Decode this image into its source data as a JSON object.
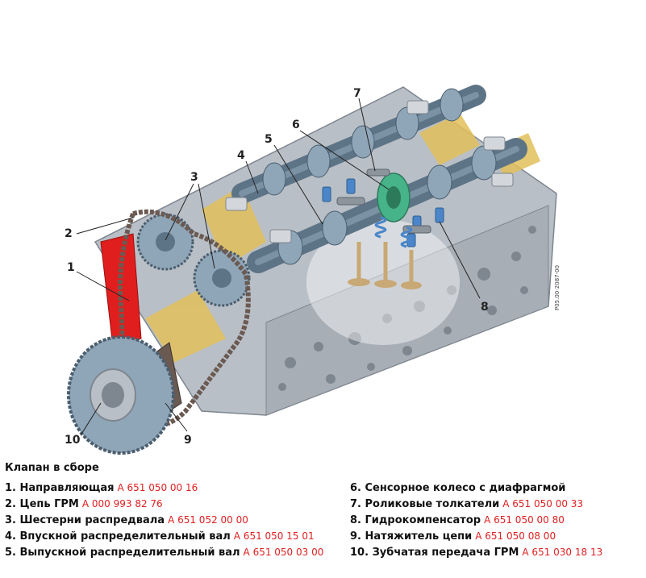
{
  "figure_code": "P05.00-2087-00",
  "callouts": [
    "1",
    "2",
    "3",
    "4",
    "5",
    "6",
    "7",
    "8",
    "9",
    "10"
  ],
  "legend": {
    "title": "Клапан в сборе",
    "items": [
      {
        "num": "1.",
        "name": "Направляющая",
        "part_no": "A 651 050 00 16"
      },
      {
        "num": "2.",
        "name": "Цепь ГРМ",
        "part_no": "A 000 993 82 76"
      },
      {
        "num": "3.",
        "name": "Шестерни распредвала",
        "part_no": "A 651 052 00 00"
      },
      {
        "num": "4.",
        "name": "Впускной распределительный вал",
        "part_no": "A 651 050 15 01"
      },
      {
        "num": "5.",
        "name": "Выпускной распределительный вал",
        "part_no": "A 651 050 03 00"
      },
      {
        "num": "6.",
        "name": "Сенсорное колесо с диафрагмой",
        "part_no": ""
      },
      {
        "num": "7.",
        "name": "Роликовые толкатели",
        "part_no": "A 651 050 00 33"
      },
      {
        "num": "8.",
        "name": "Гидрокомпенсатор",
        "part_no": "A 651 050 00 80"
      },
      {
        "num": "9.",
        "name": "Натяжитель цепи",
        "part_no": "A 651 050 08 00"
      },
      {
        "num": "10.",
        "name": "Зубчатая передача ГРМ",
        "part_no": "A 651 030 18 13"
      }
    ]
  },
  "colors": {
    "head": "#b9bfc6",
    "head_dark": "#7e868f",
    "camshaft": "#5d7487",
    "lobe": "#8fa6b8",
    "chain": "#6b5a52",
    "guide": "#e01e1e",
    "yellow": "#e2c05a",
    "sensor_wheel": "#46b389",
    "lash_adjuster": "#4a86c9",
    "valve": "#c8a874"
  }
}
